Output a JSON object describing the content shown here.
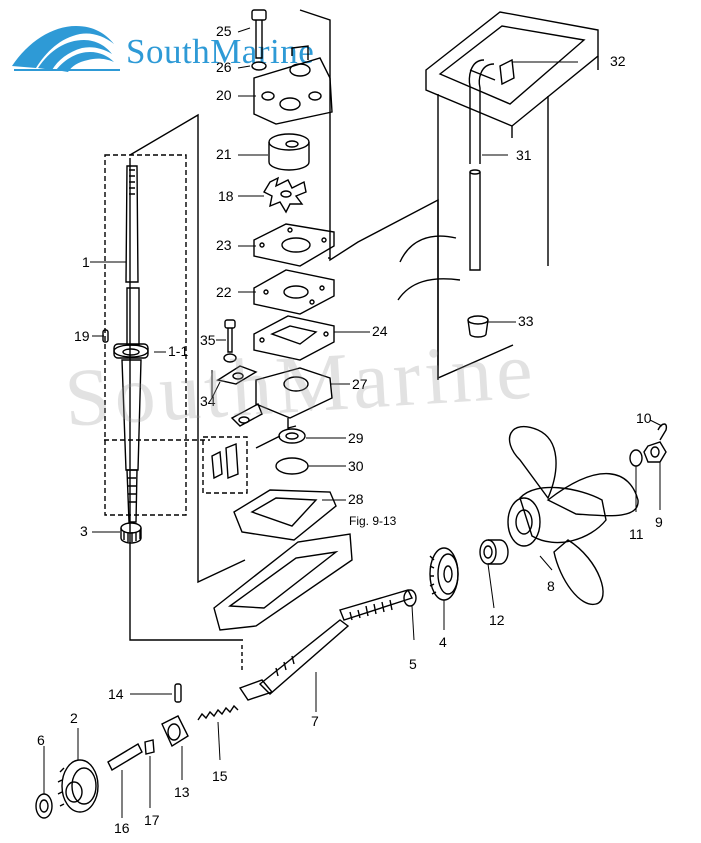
{
  "brand": {
    "name": "SouthMarine",
    "watermark": "SouthMarine"
  },
  "figure_ref": "Fig. 9-13",
  "callouts": [
    "25",
    "26",
    "20",
    "21",
    "18",
    "23",
    "22",
    "24",
    "35",
    "34",
    "27",
    "29",
    "30",
    "28",
    "1",
    "19",
    "1-1",
    "3",
    "32",
    "31",
    "33",
    "10",
    "9",
    "11",
    "8",
    "12",
    "4",
    "5",
    "7",
    "14",
    "15",
    "13",
    "2",
    "6",
    "16",
    "17"
  ]
}
